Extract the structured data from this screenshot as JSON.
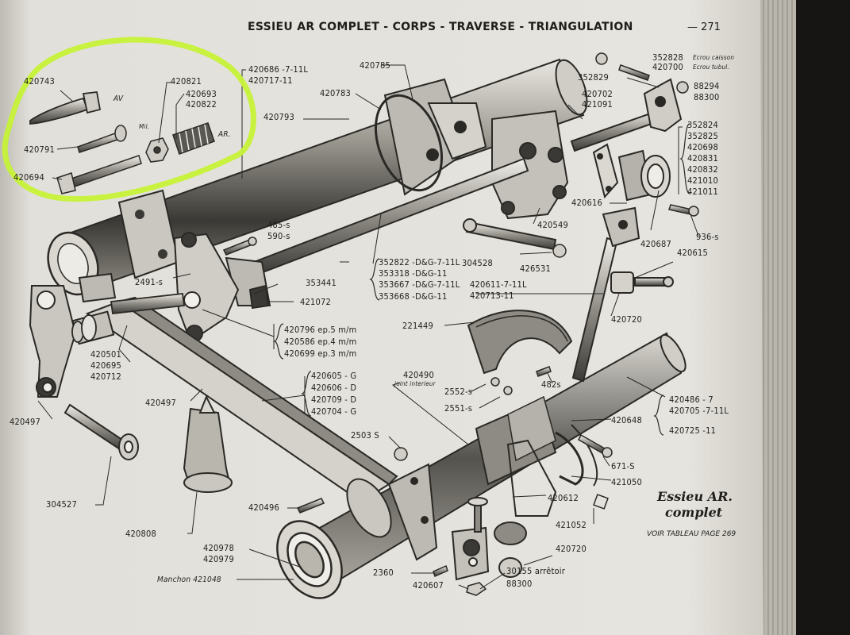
{
  "header": {
    "title": "ESSIEU AR COMPLET - CORPS - TRAVERSE - TRIANGULATION",
    "page_number": "— 271"
  },
  "caption": {
    "line1": "Essieu AR.",
    "line2": "complet",
    "note": "VOIR TABLEAU PAGE 269"
  },
  "colors": {
    "paper": "#e4e2dc",
    "ink": "#2a2925",
    "highlight": "#c6f237",
    "background": "#1d1c1a"
  },
  "labels": {
    "l420743": "420743",
    "lAV": "AV",
    "l420821": "420821",
    "l420693": "420693",
    "l420822": "420822",
    "lMil": "Mil.",
    "lAR": "AR.",
    "l420791": "420791",
    "l420694": "420694",
    "l420686": "420686 -7-11L",
    "l420717": "420717-11",
    "l420785": "420785",
    "l420783": "420783",
    "l420793": "420793",
    "l352828": "352828",
    "l352828n": "Ecrou caisson",
    "l420700": "420700",
    "l420700n": "Ecrou tubul.",
    "l352829": "352829",
    "l88294": "88294",
    "l88300a": "88300",
    "l420702": "420702",
    "l421091": "421091",
    "l352824": "352824",
    "l352825": "352825",
    "l420698": "420698",
    "l420831": "420831",
    "l420832": "420832",
    "l421010": "421010",
    "l421011": "421011",
    "l420616": "420616",
    "l420549": "420549",
    "l936s": "936-s",
    "l485s": "485-s",
    "l590s": "590-s",
    "l2491s": "2491-s",
    "l353441": "353441",
    "l421072": "421072",
    "l352822": "352822 -D&G-7-11L",
    "l304528": "304528",
    "l353318": "353318 -D&G-11",
    "l353667": "353667 -D&G-7-11L",
    "l353668": "353668 -D&G-11",
    "l426531": "426531",
    "l420687": "420687",
    "l420615": "420615",
    "l420611": "420611-7-11L",
    "l420713": "420713-11",
    "l420720a": "420720",
    "l420796": "420796 ep.5 m/m",
    "l420586": "420586 ep.4 m/m",
    "l420699": "420699 ep.3 m/m",
    "l221449": "221449",
    "l420501": "420501",
    "l420695": "420695",
    "l420712": "420712",
    "l420605": "420605 - G",
    "l420606": "420606 - D",
    "l420709": "420709 - D",
    "l420704": "420704 - G",
    "l420490": "420490",
    "l420490n": "joint interieur",
    "l2552s": "2552-s",
    "l482s": "482s",
    "l420497a": "420497",
    "l420497b": "420497",
    "l2551s": "2551-s",
    "l420648": "420648",
    "l420486": "420486 - 7",
    "l420705": "420705 -7-11L",
    "l420725": "420725 -11",
    "l2503s": "2503 S",
    "l671s": "671-S",
    "l421050": "421050",
    "l304527": "304527",
    "l420496": "420496",
    "l420612": "420612",
    "l421052": "421052",
    "l420808": "420808",
    "l420978": "420978",
    "l420979": "420979",
    "l420720b": "420720",
    "lManchon": "Manchon 421048",
    "l2360": "2360",
    "l30155": "30155 arrêtoir",
    "l420607": "420607",
    "l88300b": "88300"
  }
}
